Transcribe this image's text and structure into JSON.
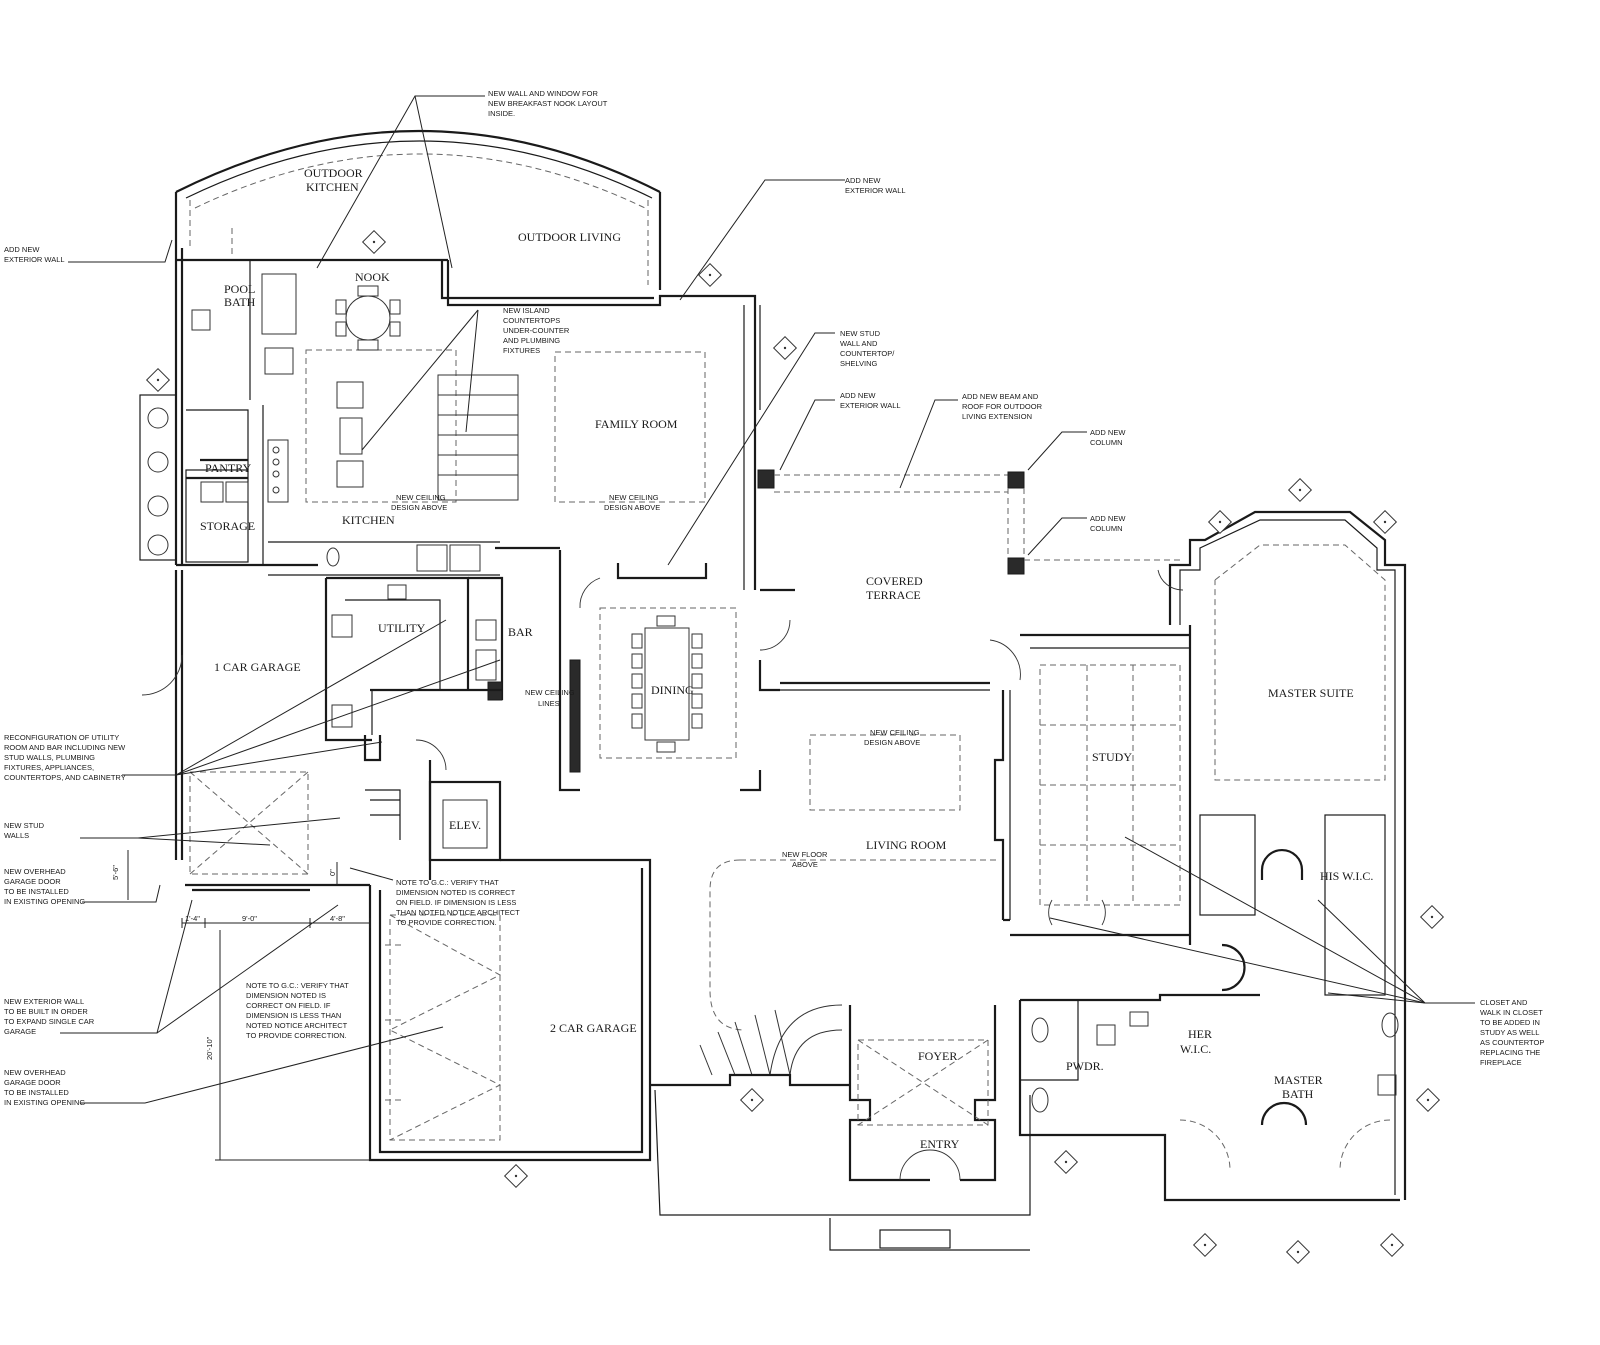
{
  "rooms": {
    "outdoor_kitchen_1": "OUTDOOR",
    "outdoor_kitchen_2": "KITCHEN",
    "outdoor_living": "OUTDOOR LIVING",
    "nook": "NOOK",
    "pool_bath_1": "POOL",
    "pool_bath_2": "BATH",
    "pantry": "PANTRY",
    "storage": "STORAGE",
    "kitchen": "KITCHEN",
    "family_room": "FAMILY ROOM",
    "utility": "UTILITY",
    "bar": "BAR",
    "one_car_garage": "1 CAR GARAGE",
    "dining": "DINING",
    "covered_terrace_1": "COVERED",
    "covered_terrace_2": "TERRACE",
    "master_suite": "MASTER SUITE",
    "study": "STUDY",
    "living_room": "LIVING ROOM",
    "elev": "ELEV.",
    "his_wic": "HIS W.I.C.",
    "two_car_garage": "2 CAR GARAGE",
    "foyer": "FOYER",
    "entry": "ENTRY",
    "pwdr": "PWDR.",
    "her_wic_1": "HER",
    "her_wic_2": "W.I.C.",
    "master_bath_1": "MASTER",
    "master_bath_2": "BATH"
  },
  "labels": {
    "ceiling_kitchen_1": "NEW CEILING",
    "ceiling_kitchen_2": "DESIGN ABOVE",
    "ceiling_family_1": "NEW CEILING",
    "ceiling_family_2": "DESIGN ABOVE",
    "ceiling_lines_1": "NEW CEILING",
    "ceiling_lines_2": "LINES",
    "ceiling_living_1": "NEW CEILING",
    "ceiling_living_2": "DESIGN ABOVE",
    "floor_above_1": "NEW FLOOR",
    "floor_above_2": "ABOVE"
  },
  "notes": {
    "breakfast_nook": [
      "NEW WALL AND WINDOW FOR",
      "NEW BREAKFAST NOOK LAYOUT",
      "INSIDE."
    ],
    "add_wall_top": [
      "ADD NEW",
      "EXTERIOR WALL"
    ],
    "add_wall_left": [
      "ADD NEW",
      "EXTERIOR WALL"
    ],
    "island": [
      "NEW ISLAND",
      "COUNTERTOPS",
      "UNDER-COUNTER",
      "AND PLUMBING",
      "FIXTURES"
    ],
    "stud_wall": [
      "NEW STUD",
      "WALL AND",
      "COUNTERTOP/",
      "SHELVING"
    ],
    "add_wall_mid": [
      "ADD NEW",
      "EXTERIOR WALL"
    ],
    "beam": [
      "ADD NEW BEAM AND",
      "ROOF FOR OUTDOOR",
      "LIVING EXTENSION"
    ],
    "column_1": [
      "ADD NEW",
      "COLUMN"
    ],
    "column_2": [
      "ADD NEW",
      "COLUMN"
    ],
    "utility_reconfig": [
      "RECONFIGURATION OF UTILITY",
      "ROOM AND BAR INCLUDING NEW",
      "STUD WALLS, PLUMBING",
      "FIXTURES, APPLIANCES,",
      "COUNTERTOPS, AND CABINETRY"
    ],
    "stud_walls": [
      "NEW STUD",
      "WALLS"
    ],
    "overhead_door_1": [
      "NEW OVERHEAD",
      "GARAGE DOOR",
      "TO BE INSTALLED",
      "IN EXISTING OPENING"
    ],
    "gc_verify_1": [
      "NOTE TO G.C.: VERIFY THAT",
      "DIMENSION NOTED IS CORRECT",
      "ON FIELD. IF DIMENSION IS LESS",
      "THAN NOTED NOTICE ARCHITECT",
      "TO PROVIDE CORRECTION."
    ],
    "gc_verify_2": [
      "NOTE TO G.C.: VERIFY THAT",
      "DIMENSION NOTED IS",
      "CORRECT ON FIELD. IF",
      "DIMENSION IS LESS THAN",
      "NOTED NOTICE ARCHITECT",
      "TO PROVIDE CORRECTION."
    ],
    "exterior_expand": [
      "NEW EXTERIOR WALL",
      "TO BE BUILT IN ORDER",
      "TO EXPAND SINGLE CAR",
      "GARAGE"
    ],
    "overhead_door_2": [
      "NEW OVERHEAD",
      "GARAGE DOOR",
      "TO BE INSTALLED",
      "IN EXISTING OPENING"
    ],
    "closet_study": [
      "CLOSET AND",
      "WALK IN CLOSET",
      "TO BE ADDED IN",
      "STUDY AS WELL",
      "AS COUNTERTOP",
      "REPLACING THE",
      "FIREPLACE"
    ]
  },
  "dimensions": {
    "d_5_6": "5'-6\"",
    "d_9_0": "9'-0\"",
    "d_4_8": "4'-8\"",
    "d_1_4": "1'-4\"",
    "d_0": "0\"",
    "d_20_10": "20'-10\""
  }
}
